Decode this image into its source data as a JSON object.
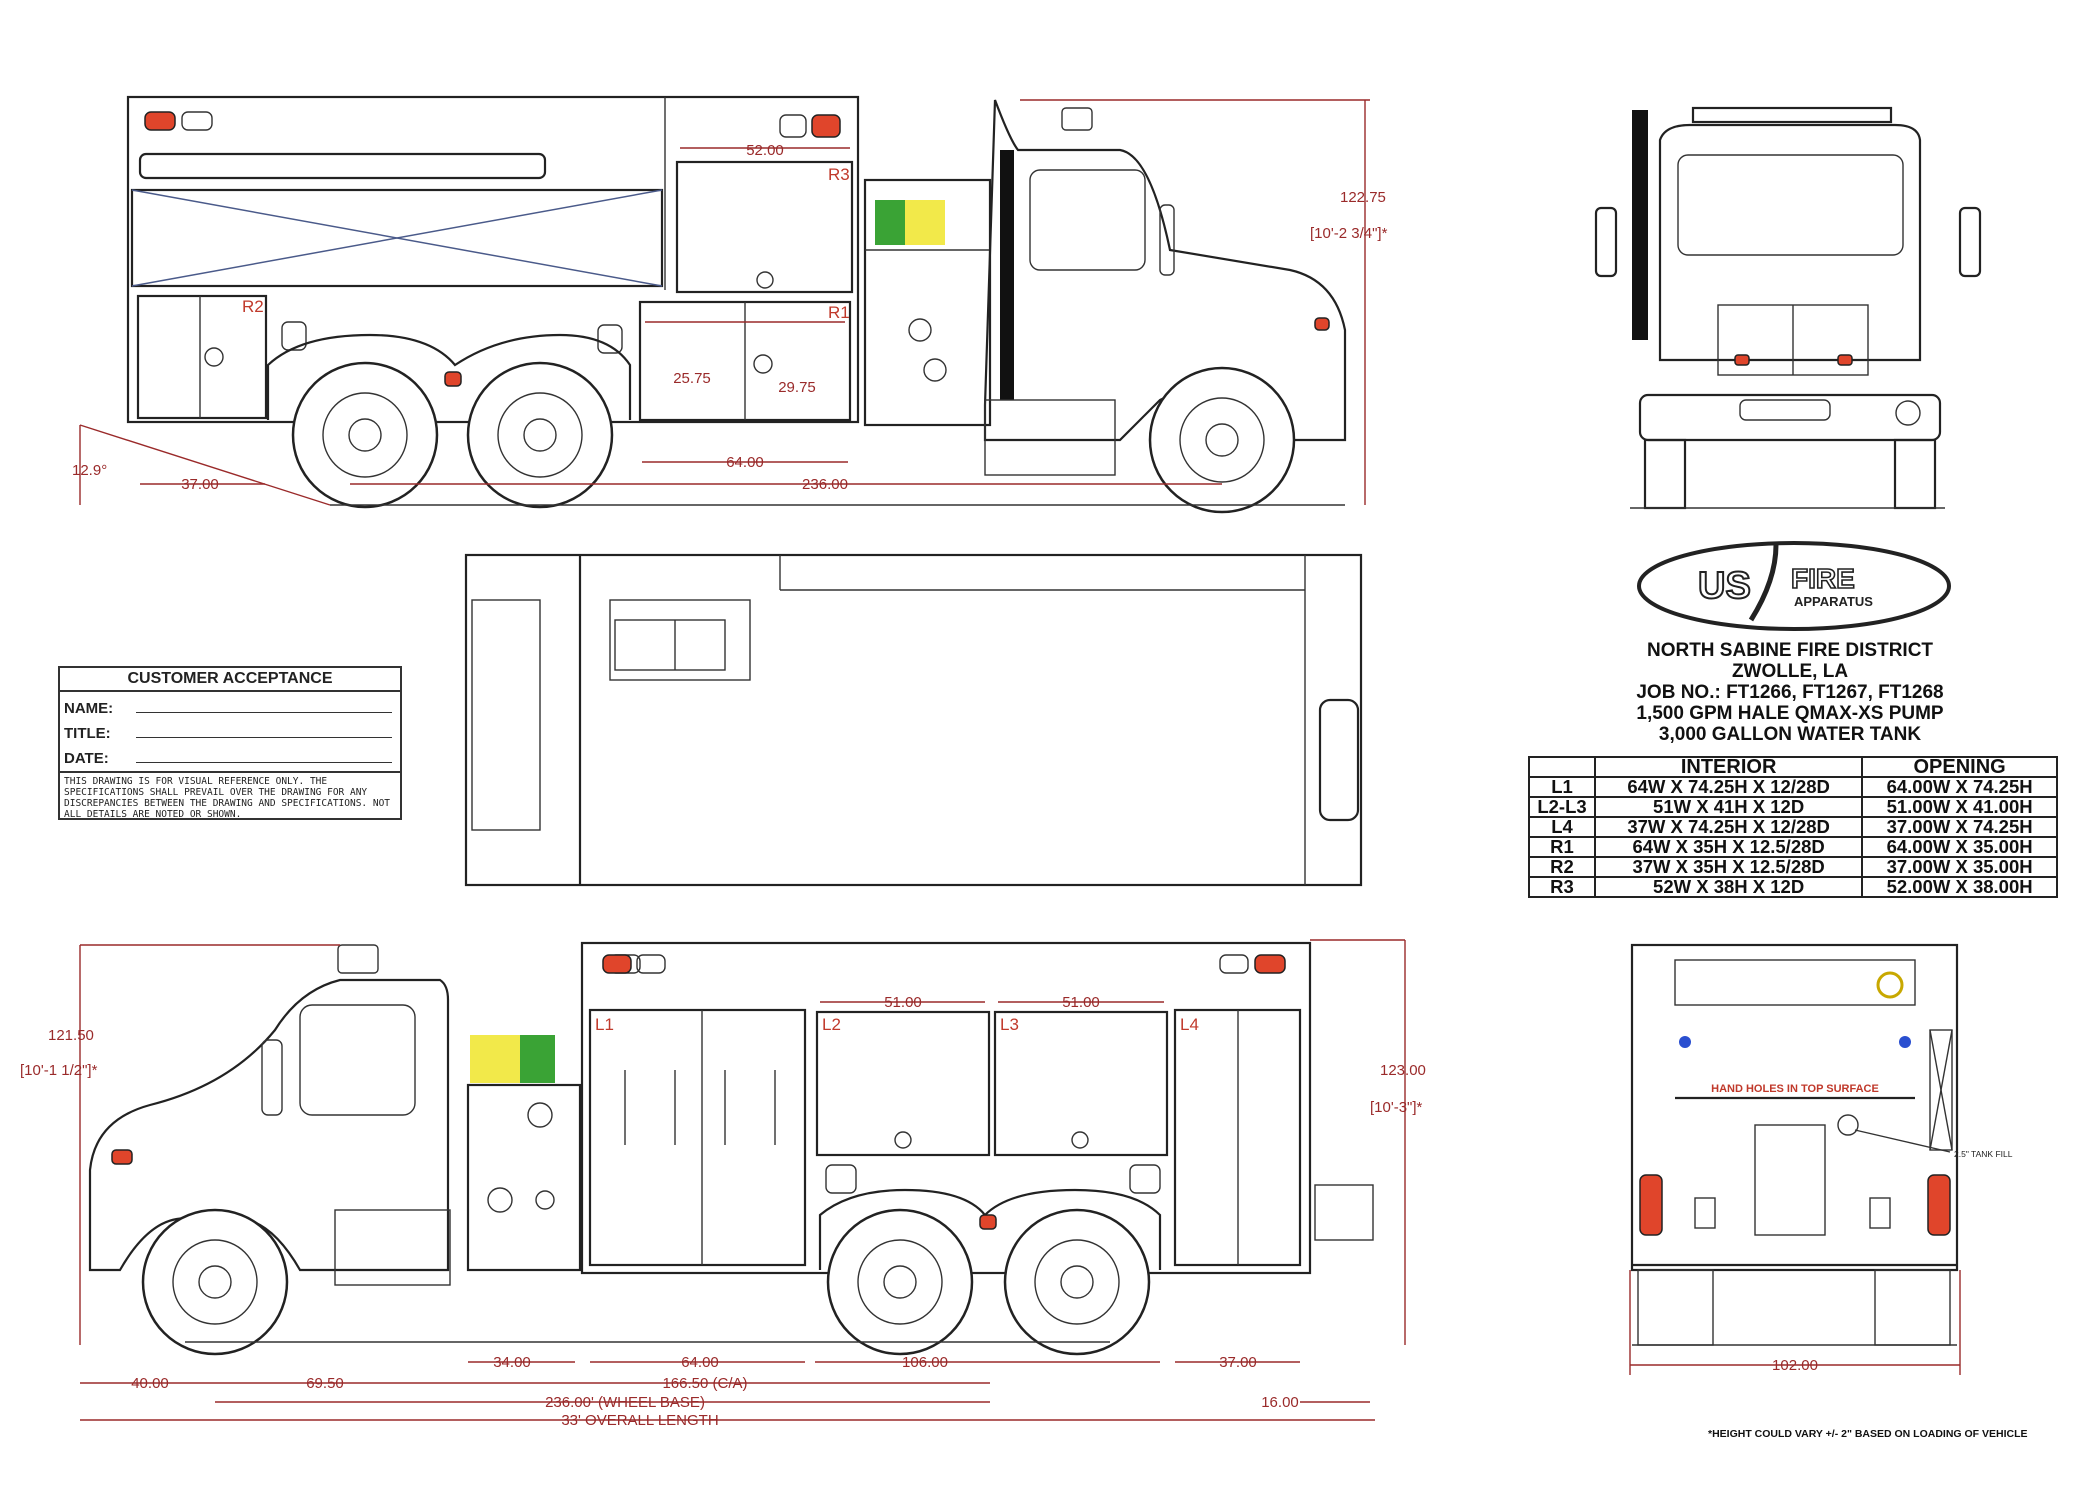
{
  "project": {
    "customer": "NORTH SABINE FIRE DISTRICT",
    "location": "ZWOLLE, LA",
    "job_no": "JOB NO.: FT1266, FT1267, FT1268",
    "pump": "1,500 GPM HALE QMAX-XS PUMP",
    "tank": "3,000 GALLON WATER TANK"
  },
  "logo": {
    "left": "US",
    "right": "FIRE",
    "sub": "APPARATUS"
  },
  "compartments": {
    "headers": [
      "",
      "INTERIOR",
      "OPENING"
    ],
    "rows": [
      {
        "id": "L1",
        "interior": "64W X 74.25H X 12/28D",
        "opening": "64.00W X 74.25H"
      },
      {
        "id": "L2-L3",
        "interior": "51W X 41H X 12D",
        "opening": "51.00W X 41.00H"
      },
      {
        "id": "L4",
        "interior": "37W X 74.25H X 12/28D",
        "opening": "37.00W X 74.25H"
      },
      {
        "id": "R1",
        "interior": "64W X 35H X 12.5/28D",
        "opening": "64.00W X 35.00H"
      },
      {
        "id": "R2",
        "interior": "37W X 35H X 12.5/28D",
        "opening": "37.00W X 35.00H"
      },
      {
        "id": "R3",
        "interior": "52W X 38H X 12D",
        "opening": "52.00W X 38.00H"
      }
    ]
  },
  "acceptance": {
    "title": "CUSTOMER ACCEPTANCE",
    "name_label": "NAME:",
    "title_label": "TITLE:",
    "date_label": "DATE:",
    "disclaimer": "THIS DRAWING IS FOR VISUAL REFERENCE ONLY. THE SPECIFICATIONS SHALL PREVAIL OVER THE DRAWING FOR ANY DISCREPANCIES BETWEEN THE DRAWING AND SPECIFICATIONS. NOT ALL DETAILS ARE NOTED OR SHOWN."
  },
  "right_side_view": {
    "r3_width": "52.00",
    "r3": "R3",
    "r2": "R2",
    "r1": "R1",
    "r1_left": "25.75",
    "r1_right": "29.75",
    "r1_width": "64.00",
    "wheelbase": "236.00",
    "rear_overhang": "37.00",
    "departure_angle": "12.9°",
    "height": "122.75",
    "height_ft": "[10'-2 3/4\"]*"
  },
  "left_side_view": {
    "height_cab": "121.50",
    "height_cab_ft": "[10'-1 1/2\"]*",
    "height_body": "123.00",
    "height_body_ft": "[10'-3\"]*",
    "l1": "L1",
    "l2": "L2",
    "l3": "L3",
    "l4": "L4",
    "l2_width": "51.00",
    "l3_width": "51.00",
    "d34": "34.00",
    "d64": "64.00",
    "d106": "106.00",
    "d37": "37.00",
    "front_overhang": "40.00",
    "bumper_to_cab": "69.50",
    "ca": "166.50 (C/A)",
    "wheelbase": "236.00' (WHEEL BASE)",
    "rear_bumper": "16.00",
    "overall": "33' OVERALL LENGTH"
  },
  "rear_view": {
    "hand_holes": "HAND HOLES IN TOP SURFACE",
    "tank_fill": "2.5\" TANK FILL",
    "width": "102.00"
  },
  "footnote": "*HEIGHT COULD VARY +/- 2\" BASED ON LOADING OF VEHICLE",
  "colors": {
    "dimension": "#9a2a2a",
    "light": "#e0452b",
    "hose_green": "#3aa335",
    "hose_yellow": "#f2e94a"
  }
}
